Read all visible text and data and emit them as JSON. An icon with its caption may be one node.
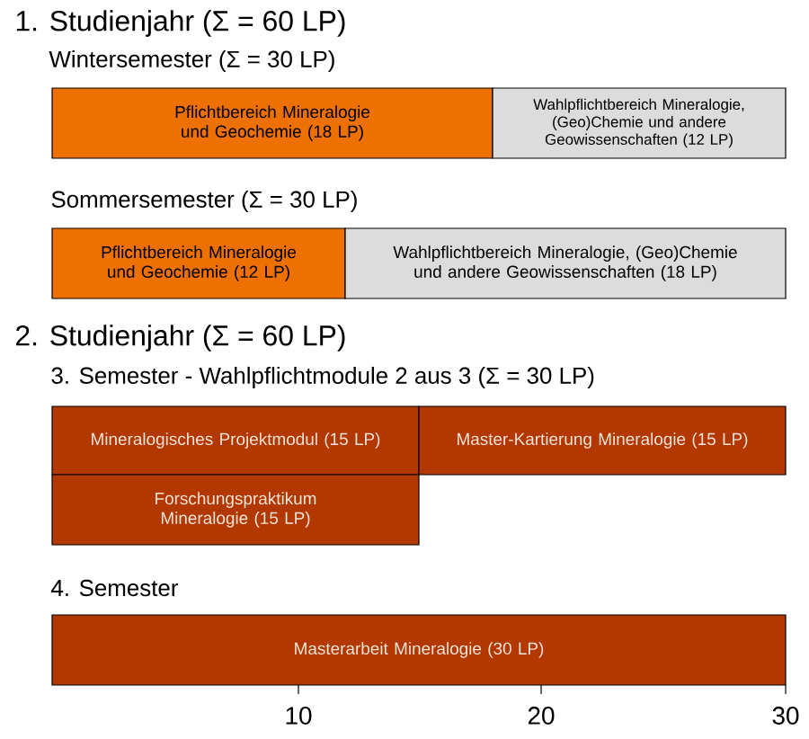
{
  "diagram": {
    "nodes": [
      {
        "text": [
          "Pflichtbereich Mineralogie und Geochemie (18 LP)"
        ]
      },
      {
        "text": [
          "Wahlpflichtbereich Mineralogie, (Geo)Chemie und andere Geowissenschaften (12 LP)"
        ]
      },
      {
        "text": [
          "Pflichtbereich Mineralogie und Geochemie (12 LP)"
        ]
      },
      {
        "text": [
          "Wahlpflichtbereich Mineralogie, (Geo)Chemie und andere Geowissenschaften (18 LP)"
        ]
      },
      {
        "text": [
          "Mineralogisches Projektmodul (15 LP)"
        ]
      },
      {
        "text": [
          "Master-Kartierung Mineralogie (15 LP)"
        ]
      },
      {
        "text": [
          "Forschungspraktikum Mineralogie (15 LP)"
        ]
      },
      {
        "text": [
          "Masterarbeit Mineralogie (30 LP)"
        ]
      }
    ],
    "labels": [
      "1. Studienjahr (Σ = 60 LP)",
      "Wintersemester (Σ = 30 LP)",
      "Sommersemester (Σ = 30 LP)",
      "2. Studienjahr (Σ = 60 LP)",
      "3. Semester - Wahlpflichtmodule 2 aus 3 (Σ = 30 LP)",
      "4. Semester",
      "10",
      "20",
      "30"
    ]
  }
}
